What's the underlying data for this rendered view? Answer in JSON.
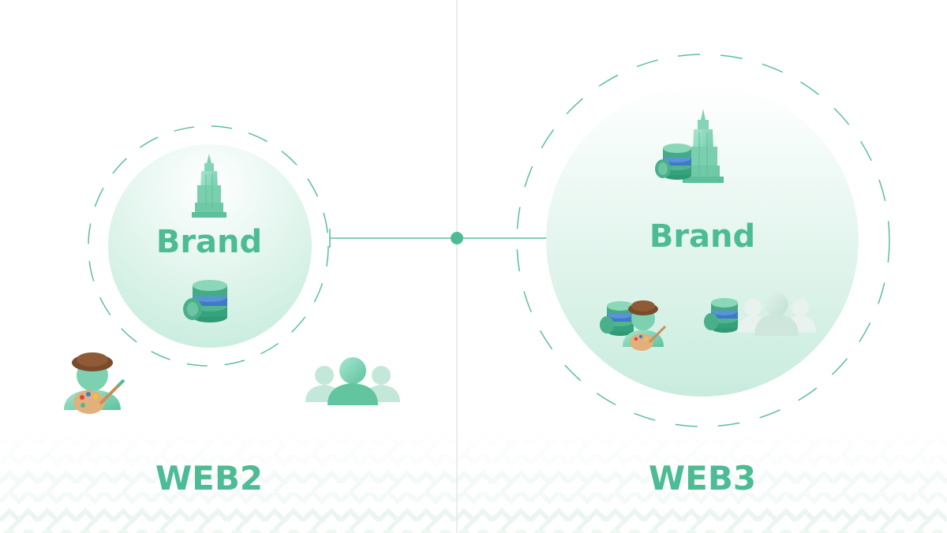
{
  "web2": {
    "brand_label": "Brand",
    "section_label": "WEB2"
  },
  "web3": {
    "brand_label": "Brand",
    "section_label": "WEB3"
  },
  "colors": {
    "accent": "#4dbb93",
    "mint_light": "#e8f6f0",
    "mint_mid": "#cdeee2",
    "divider": "#e6e6e6"
  },
  "icons": [
    "building-icon",
    "coin-stack-icon",
    "artist-icon",
    "community-icon"
  ]
}
